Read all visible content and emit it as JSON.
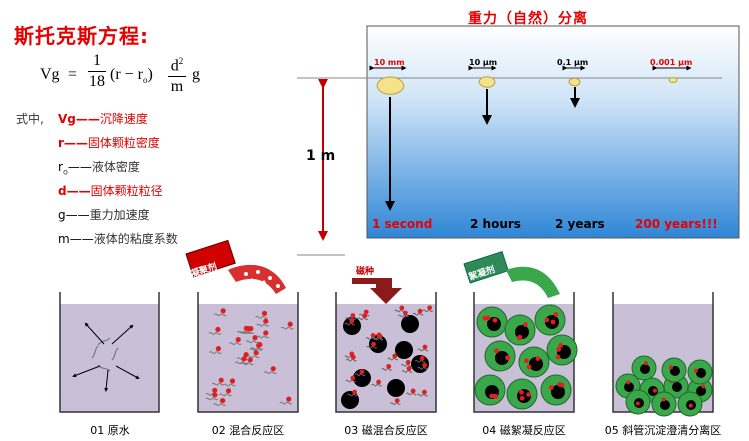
{
  "title": "斯托克斯方程:",
  "formula": {
    "lhs": "Vg",
    "eq": "=",
    "f1_num": "1",
    "f1_den": "18",
    "mid": "(r − r",
    "mid_sub": "o",
    "mid_close": ")",
    "f2_num": "d",
    "f2_num_sup": "2",
    "f2_den": "m",
    "tail": "g"
  },
  "legend": {
    "intro": "式中,",
    "items": [
      {
        "sym": "Vg",
        "dash": "——",
        "text": "沉降速度",
        "style": "red"
      },
      {
        "sym": "r",
        "dash": "——",
        "text": "固体颗粒密度",
        "style": "red"
      },
      {
        "sym": "r",
        "sub": "o",
        "dash": "——",
        "text": "液体密度",
        "style": "plain"
      },
      {
        "sym": "d",
        "dash": "——",
        "text": "固体颗粒粒径",
        "style": "red"
      },
      {
        "sym": "g",
        "dash": "——",
        "text": "重力加速度",
        "style": "plain"
      },
      {
        "sym": "m",
        "dash": "——",
        "text": "液体的粘度系数",
        "style": "plain"
      }
    ]
  },
  "gravity": {
    "title": "重力（自然）分离",
    "height_label": "1 m",
    "columns": [
      {
        "size": "10 mm",
        "time": "1 second",
        "time_color": "#e60000",
        "size_color": "#e60000"
      },
      {
        "size": "10 µm",
        "time": "2 hours",
        "time_color": "#000000",
        "size_color": "#000000"
      },
      {
        "size": "0.1 µm",
        "time": "2 years",
        "time_color": "#000000",
        "size_color": "#000000"
      },
      {
        "size": "0.001 µm",
        "time": "200 years!!!",
        "time_color": "#e60000",
        "size_color": "#e60000"
      }
    ]
  },
  "tanks": [
    {
      "label": "01 原水"
    },
    {
      "label": "02 混合反应区",
      "tag": "凝聚剂"
    },
    {
      "label": "03 磁混合反应区",
      "tag": "磁种"
    },
    {
      "label": "04 磁絮凝反应区",
      "tag": "絮凝剂"
    },
    {
      "label": "05 斜管沉淀澄清分离区"
    }
  ],
  "colors": {
    "accent_red": "#e60000",
    "tank_fill": "#c9c0d8",
    "water_top": "#ffffff",
    "water_bottom": "#2e86d6",
    "particle_yellow": "#f4e38a",
    "floc_green": "#3aa84a"
  }
}
